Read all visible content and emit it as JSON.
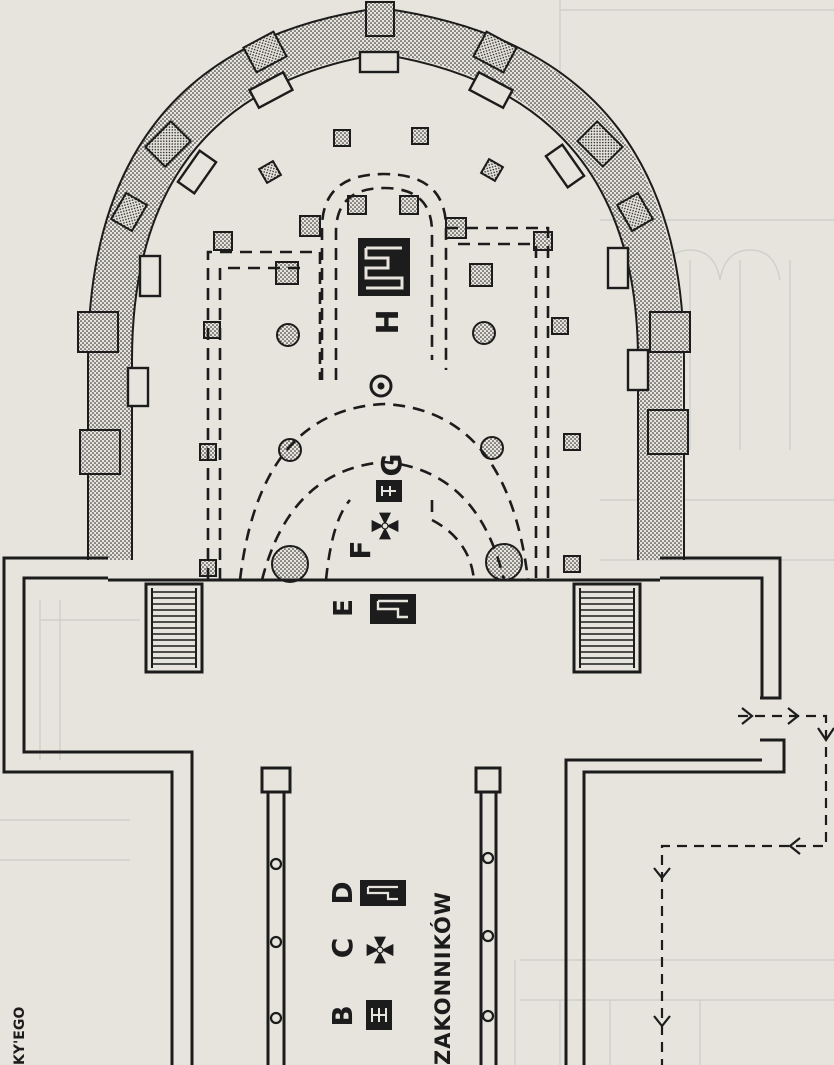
{
  "labels": {
    "B": "B",
    "C": "C",
    "D": "D",
    "E": "E",
    "F": "F",
    "G": "G",
    "H": "H",
    "nave_caption": "ZAKONNIKÓW",
    "edge_caption": "KY'EGO"
  },
  "colors": {
    "paper": "#e6e4dc",
    "ink": "#1c1c1c",
    "faint": "#cfd0cc"
  }
}
